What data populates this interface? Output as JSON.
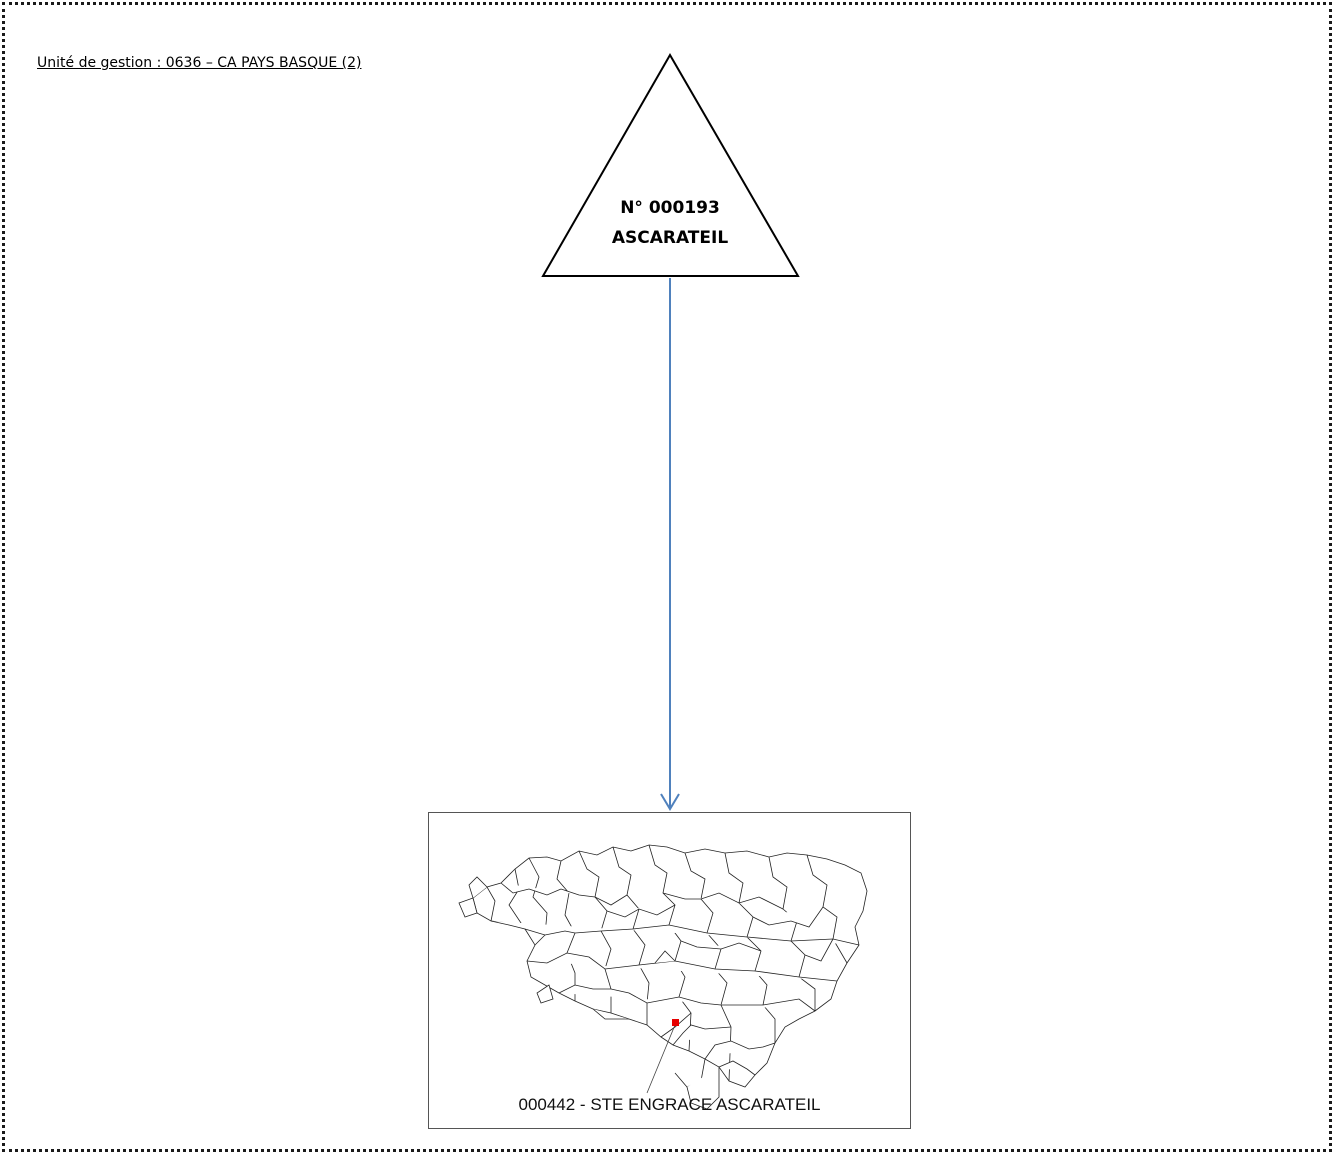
{
  "header": {
    "management_unit": "Unité de gestion : 0636 – CA PAYS BASQUE (2)"
  },
  "source_node": {
    "number": "N° 000193",
    "name": "ASCARATEIL"
  },
  "target_node": {
    "caption": "000442 - STE ENGRACE ASCARATEIL",
    "marker_color": "#e60000"
  },
  "colors": {
    "arrow": "#4f81bd",
    "frame": "#1a1a1a"
  }
}
